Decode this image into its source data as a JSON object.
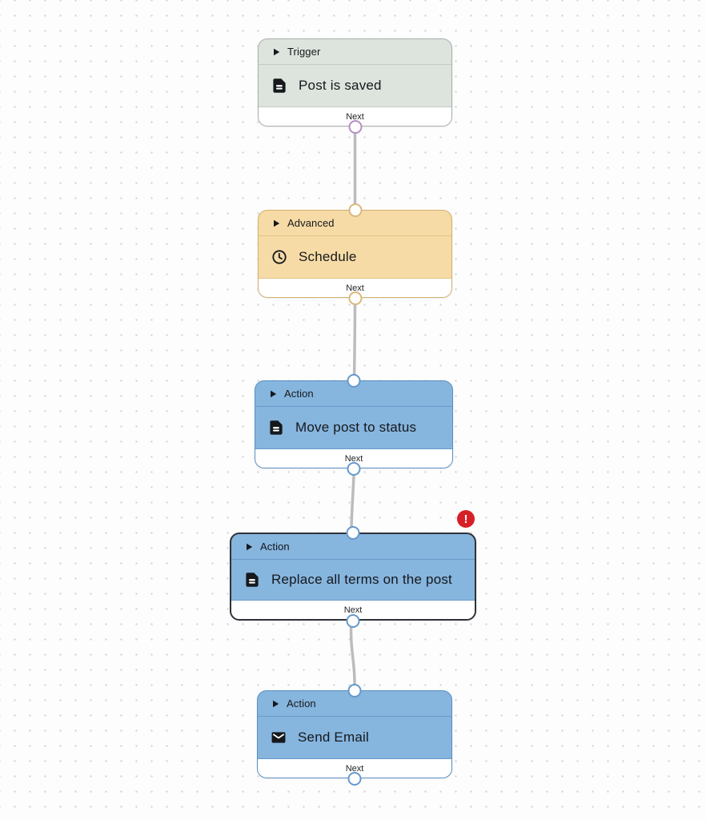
{
  "colors": {
    "trigger_fill": "#dce4dd",
    "trigger_border": "#a8b0a9",
    "trigger_port": "#b48fc2",
    "advanced_fill": "#f7dba6",
    "advanced_border": "#d2ae6d",
    "advanced_port": "#d9b87e",
    "action_fill": "#86b5de",
    "action_border": "#5a8fc2",
    "action_port": "#6699cc",
    "selected_border": "#2e3238",
    "connector": "#bcbcbe",
    "error_badge_bg": "#d71f27",
    "canvas_dot": "#d7d7d9"
  },
  "nodes": [
    {
      "category": "Trigger",
      "label": "Post is saved",
      "icon": "document-icon",
      "footer": "Next"
    },
    {
      "category": "Advanced",
      "label": "Schedule",
      "icon": "clock-icon",
      "footer": "Next"
    },
    {
      "category": "Action",
      "label": "Move post to status",
      "icon": "document-icon",
      "footer": "Next"
    },
    {
      "category": "Action",
      "label": "Replace all terms on the post",
      "icon": "document-icon",
      "footer": "Next",
      "selected": true,
      "error_glyph": "!"
    },
    {
      "category": "Action",
      "label": "Send Email",
      "icon": "envelope-icon",
      "footer": "Next"
    }
  ]
}
